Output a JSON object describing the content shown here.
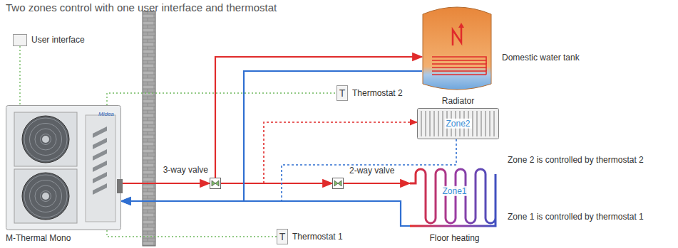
{
  "diagram": {
    "title": "Two zones control with one  user interface and thermostat",
    "nodes": [
      {
        "text": [
          "M-Thermal Mono"
        ]
      },
      {
        "text": [
          "User interface"
        ]
      },
      {
        "text": [
          "Domestic water tank"
        ]
      },
      {
        "text": [
          "T",
          "Thermostat 2"
        ]
      },
      {
        "text": [
          "Radiator",
          "Zone2"
        ]
      },
      {
        "text": [
          "T",
          "Thermostat 1"
        ]
      },
      {
        "text": [
          "Zone1",
          "Floor heating"
        ]
      },
      {
        "text": [
          "3-way valve"
        ]
      },
      {
        "text": [
          "2-way valve"
        ]
      }
    ],
    "edges": [
      {
        "from": 1,
        "to": 0,
        "arrow": "none"
      },
      {
        "from": 0,
        "to": 3,
        "arrow": "none"
      },
      {
        "from": 0,
        "to": 5,
        "arrow": "none"
      },
      {
        "from": 0,
        "to": 7,
        "arrow": "to"
      },
      {
        "from": 7,
        "to": 2,
        "arrow": "to"
      },
      {
        "from": 7,
        "to": 8,
        "arrow": "to"
      },
      {
        "from": 8,
        "to": 6,
        "arrow": "to"
      },
      {
        "from": 7,
        "to": 4,
        "arrow": "to"
      },
      {
        "from": 2,
        "to": 0,
        "arrow": "to"
      },
      {
        "from": 4,
        "to": 0,
        "arrow": "to"
      },
      {
        "from": 6,
        "to": 0,
        "arrow": "to"
      }
    ],
    "labels": [
      "Midea",
      "Zone 2 is controlled by thermostat 2",
      "Zone 1 is controlled by thermostat 1"
    ]
  }
}
